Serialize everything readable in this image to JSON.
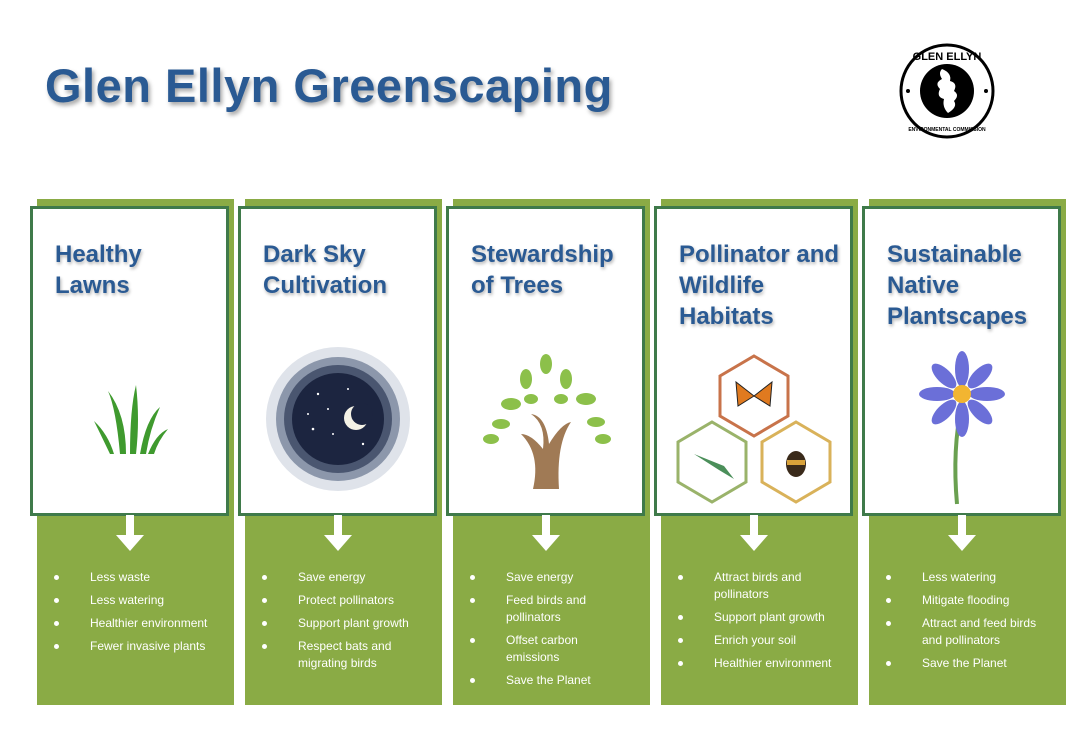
{
  "title": "Glen Ellyn Greenscaping",
  "logo": {
    "top_text": "GLEN ELLYN",
    "bottom_text": "ENVIRONMENTAL COMMISSION"
  },
  "colors": {
    "title": "#2a5a93",
    "green": "#8aab45",
    "border": "#3f7a4a"
  },
  "columns": [
    {
      "title": "Healthy Lawns",
      "icon": "grass-icon",
      "bullets": [
        "Less waste",
        "Less watering",
        "Healthier environment",
        "Fewer invasive plants"
      ]
    },
    {
      "title": "Dark Sky Cultivation",
      "icon": "night-sky-moon-icon",
      "bullets": [
        "Save energy",
        "Protect pollinators",
        "Support plant growth",
        "Respect bats and migrating birds"
      ]
    },
    {
      "title": "Stewardship of Trees",
      "icon": "tree-icon",
      "bullets": [
        "Save energy",
        "Feed birds and pollinators",
        "Offset carbon emissions",
        "Save the Planet"
      ]
    },
    {
      "title": "Pollinator and Wildlife Habitats",
      "icon": "pollinators-icon",
      "bullets": [
        "Attract birds and pollinators",
        "Support plant growth",
        "Enrich your soil",
        "Healthier environment"
      ]
    },
    {
      "title": "Sustainable Native Plantscapes",
      "icon": "flower-icon",
      "bullets": [
        "Less watering",
        "Mitigate flooding",
        "Attract and feed birds and pollinators",
        "Save the Planet"
      ]
    }
  ]
}
